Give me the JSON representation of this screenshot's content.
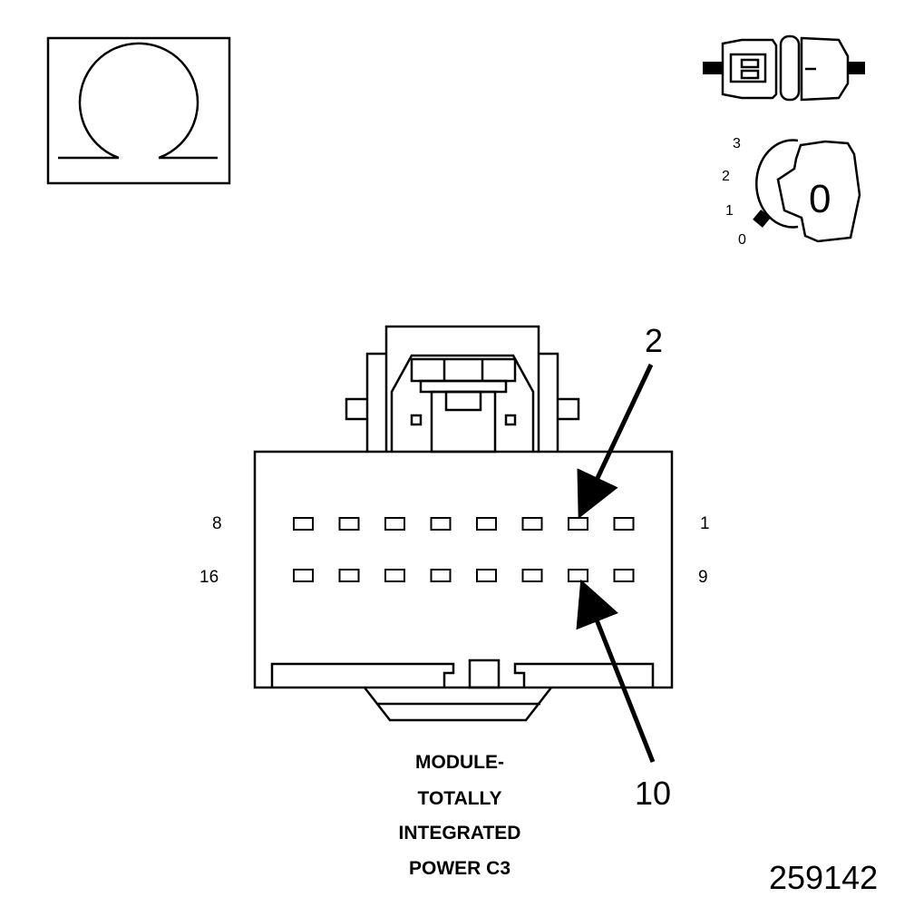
{
  "icons": {
    "ohmmeter": "ohm-symbol-icon",
    "connector_unplugged": "connector-disconnected-icon",
    "ignition": "ignition-key-off-icon"
  },
  "ignition": {
    "positions": [
      "3",
      "2",
      "1",
      "0"
    ],
    "key_label": "0"
  },
  "connector": {
    "pin_rows": [
      {
        "left_label": "8",
        "right_label": "1"
      },
      {
        "left_label": "16",
        "right_label": "9"
      }
    ],
    "pins_per_row": 8,
    "callouts": [
      {
        "label": "2",
        "row": 0,
        "pin_from_right": 2
      },
      {
        "label": "10",
        "row": 1,
        "pin_from_right": 2
      }
    ],
    "caption": [
      "MODULE-",
      "TOTALLY",
      "INTEGRATED",
      "POWER C3"
    ]
  },
  "figure_id": "259142"
}
